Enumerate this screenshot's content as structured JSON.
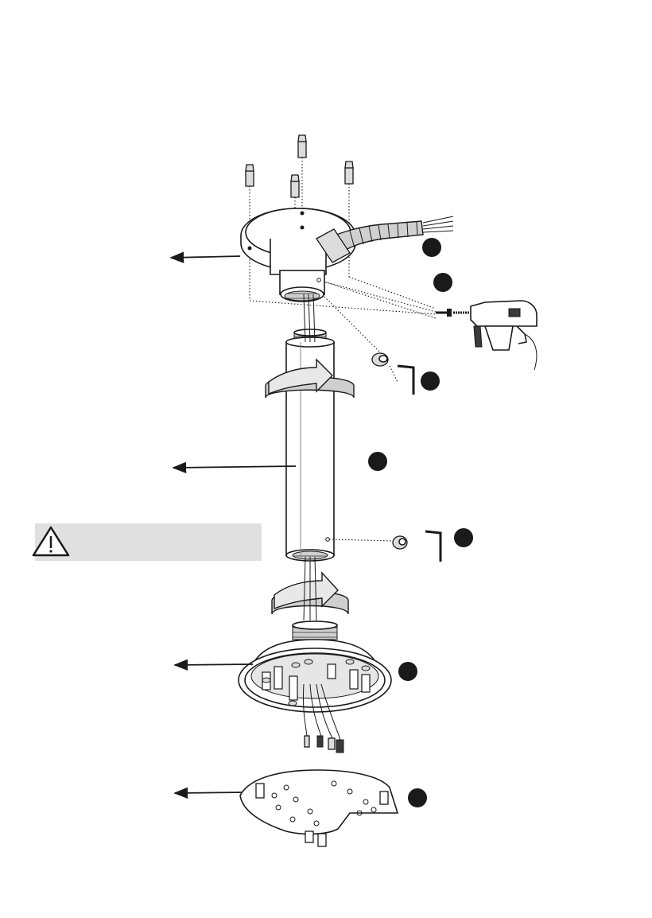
{
  "diagram": {
    "step_markers": [
      {
        "id": "marker-1"
      },
      {
        "id": "marker-2"
      },
      {
        "id": "marker-3"
      },
      {
        "id": "marker-4"
      },
      {
        "id": "marker-5"
      },
      {
        "id": "marker-6"
      },
      {
        "id": "marker-7"
      }
    ],
    "warning": {
      "icon": "warning-triangle-icon",
      "text": ""
    },
    "colors": {
      "line": "#1a1a1a",
      "warning_box": "#e0e0e0",
      "metal_fill": "#dcdcdc"
    }
  }
}
